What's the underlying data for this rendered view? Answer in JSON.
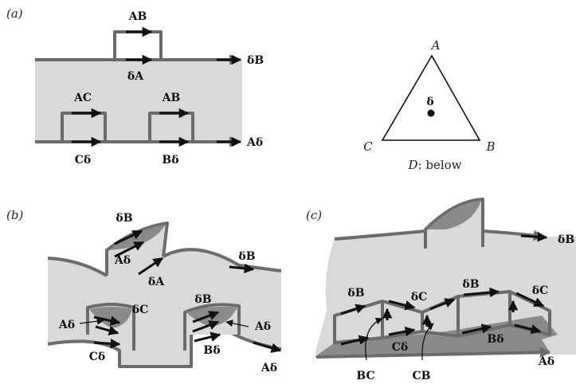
{
  "panel_labels": {
    "a": "(a)",
    "b": "(b)",
    "c": "(c)"
  },
  "panel_a": {
    "top_loop": "AB",
    "top_inner": "δA",
    "top_right": "δB",
    "loop1_top": "AC",
    "loop1_bottom": "Cδ",
    "loop2_top": "AB",
    "loop2_bottom": "Bδ",
    "bottom_right": "Aδ"
  },
  "triangle": {
    "vertex_a": "A",
    "vertex_b": "B",
    "vertex_c": "C",
    "center": "δ",
    "below_d": "D",
    "below_text": ": below"
  },
  "panel_b": {
    "top_db": "δB",
    "top_ad": "Aδ",
    "da": "δA",
    "right_db": "δB",
    "dc": "δC",
    "left_ad": "Aδ",
    "cd": "Cδ",
    "right_ad": "Aδ",
    "mid_db": "δB",
    "bd": "Bδ",
    "bottom_ad": "Aδ"
  },
  "panel_c": {
    "top_db": "δB",
    "db1": "δB",
    "dc1": "δC",
    "db2": "δB",
    "dc2": "δC",
    "cd": "Cδ",
    "bd": "Bδ",
    "ad": "Aδ",
    "bc": "BC",
    "cb": "CB"
  },
  "colors": {
    "sheet": "#d9d9d9",
    "edge": "#6b6b6b",
    "dark_sheet": "#8a8a8a",
    "arrow": "#111111"
  }
}
